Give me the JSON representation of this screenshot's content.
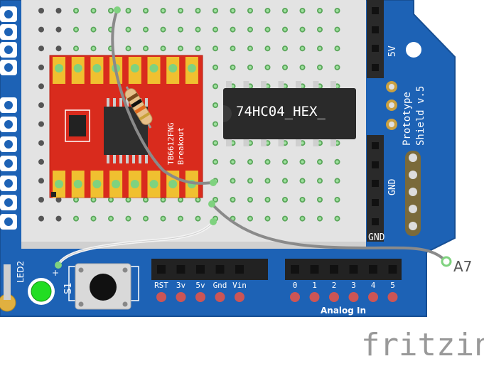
{
  "breakout": {
    "label_line1": "TB6612FNG",
    "label_line2": "Breakout"
  },
  "chip": {
    "label": "74HC04_HEX_"
  },
  "shield": {
    "label_line1": "Prototype",
    "label_line2": "Shield v.5",
    "pin_5v": "5V",
    "pin_gnd_side": "GND",
    "pin_gnd_bottom": "GND"
  },
  "led": {
    "label": "LED2",
    "plus": "+",
    "color": "#22dd22"
  },
  "switch": {
    "label": "S1"
  },
  "power_header": {
    "pins": [
      "RST",
      "3v",
      "5v",
      "Gnd",
      "Vin"
    ]
  },
  "analog_header": {
    "pins": [
      "0",
      "1",
      "2",
      "3",
      "4",
      "5"
    ],
    "title": "Analog In"
  },
  "wire_label": "A7",
  "logo": "fritzing",
  "colors": {
    "board_blue": "#1d62b5",
    "breakout_red": "#d92b1d",
    "pad_green": "#7fd27f",
    "wire_gray": "#8a8a8a"
  }
}
